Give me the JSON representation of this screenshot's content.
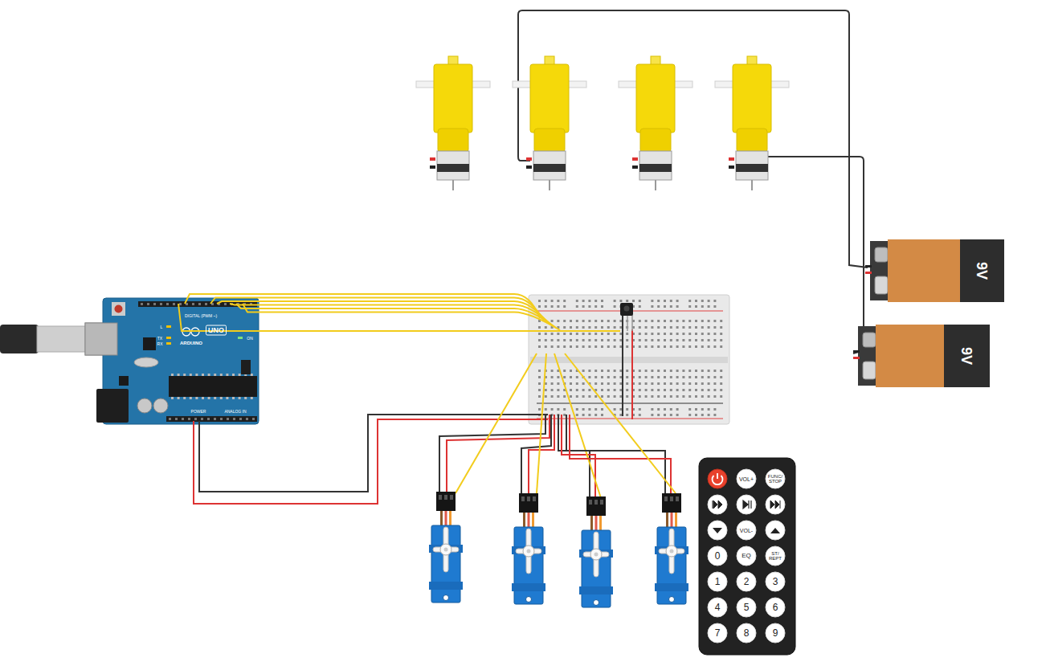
{
  "diagram": {
    "nodes": [
      {
        "text": [
          "9V"
        ]
      },
      {
        "text": [
          "9V"
        ]
      },
      {
        "text": [
          "ARDUINO",
          "UNO"
        ]
      }
    ],
    "labels": [
      "DIGITAL (PWM ~)",
      "L",
      "TX",
      "RX",
      "ON",
      "POWER",
      "ANALOG IN",
      "VOL+",
      "FUNC/ STOP",
      "VOL-",
      "0",
      "EQ",
      "ST/ REPT",
      "1",
      "2",
      "3",
      "4",
      "5",
      "6",
      "7",
      "8",
      "9"
    ]
  }
}
